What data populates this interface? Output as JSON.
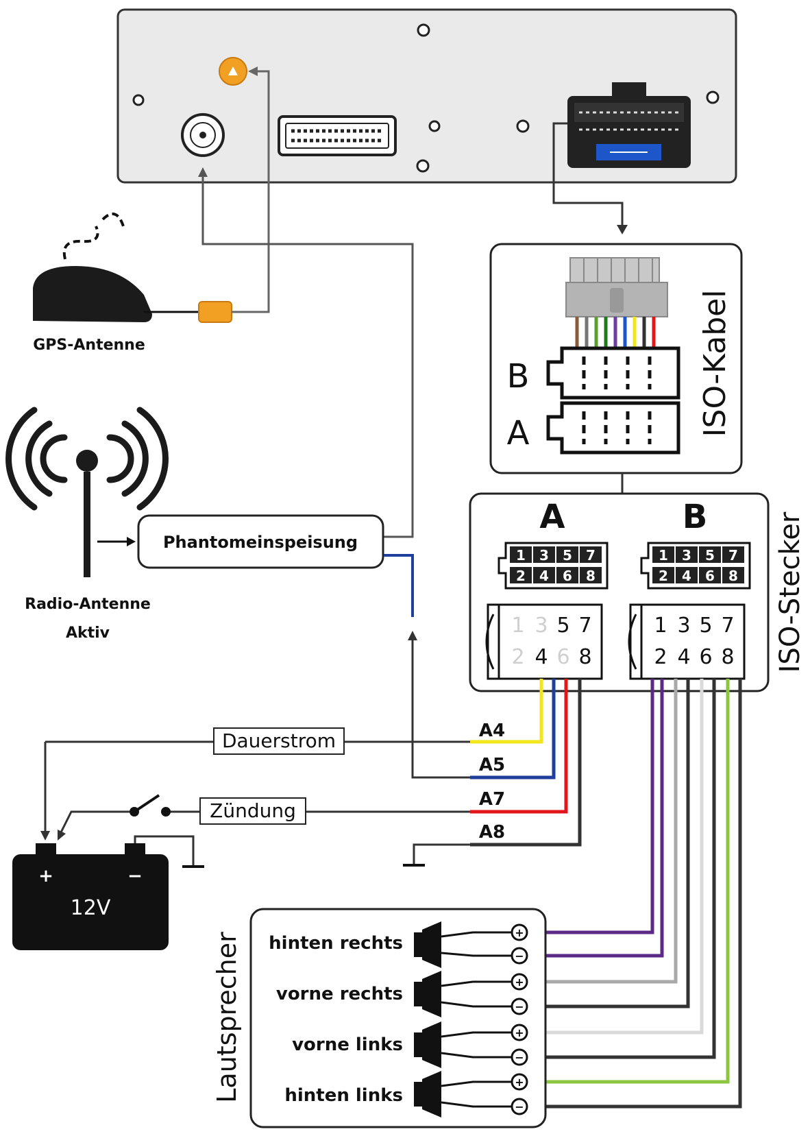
{
  "gps_antenna": {
    "label": "GPS-Antenne"
  },
  "radio_antenna": {
    "label_line1": "Radio-Antenne",
    "label_line2": "Aktiv"
  },
  "phantom_power": {
    "label": "Phantomeinspeisung"
  },
  "iso_cable": {
    "title": "ISO-Kabel",
    "side_b": "B",
    "side_a": "A"
  },
  "iso_connector": {
    "title": "ISO-Stecker",
    "block_a": {
      "title": "A",
      "top_pins": [
        "1",
        "3",
        "5",
        "7"
      ],
      "bottom_pins": [
        "2",
        "4",
        "6",
        "8"
      ]
    },
    "block_b": {
      "title": "B",
      "top_pins": [
        "1",
        "3",
        "5",
        "7"
      ],
      "bottom_pins": [
        "2",
        "4",
        "6",
        "8"
      ]
    },
    "wide_a": {
      "top_pins": [
        "1",
        "3",
        "5",
        "7"
      ],
      "bottom_pins": [
        "2",
        "4",
        "6",
        "8"
      ]
    },
    "wide_b": {
      "top_pins": [
        "1",
        "3",
        "5",
        "7"
      ],
      "bottom_pins": [
        "2",
        "4",
        "6",
        "8"
      ]
    }
  },
  "wires": {
    "a4": {
      "label": "A4",
      "function": "Dauerstrom",
      "color": "#f2e51b"
    },
    "a5": {
      "label": "A5",
      "color": "#1f3f9c"
    },
    "a7": {
      "label": "A7",
      "function": "Zündung",
      "color": "#e0161b"
    },
    "a8": {
      "label": "A8",
      "color": "#333333"
    }
  },
  "battery": {
    "voltage": "12V",
    "plus_symbol": "+",
    "minus_symbol": "−"
  },
  "speakers": {
    "title": "Lautsprecher",
    "items": [
      {
        "label": "hinten rechts",
        "color": "#5b2a86"
      },
      {
        "label": "vorne rechts",
        "color": "#a9a9a9"
      },
      {
        "label": "vorne links",
        "color": "#d9d9d9"
      },
      {
        "label": "hinten links",
        "color": "#8cc63f"
      }
    ],
    "plus_symbol": "+",
    "minus_symbol": "−"
  }
}
